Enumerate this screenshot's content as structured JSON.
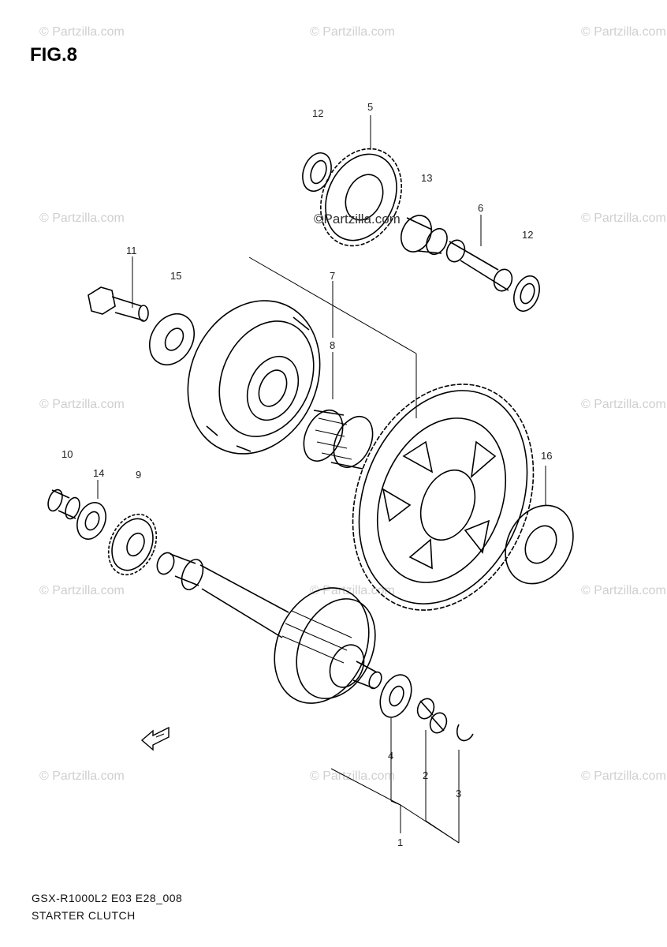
{
  "figure": {
    "title": "FIG.8"
  },
  "watermark": {
    "text": "© Partzilla.com",
    "center_text": "©Partzilla.com"
  },
  "callouts": {
    "c1": "1",
    "c2": "2",
    "c3": "3",
    "c4": "4",
    "c5": "5",
    "c6": "6",
    "c7": "7",
    "c8": "8",
    "c9": "9",
    "c10": "10",
    "c11": "11",
    "c12a": "12",
    "c12b": "12",
    "c13": "13",
    "c14": "14",
    "c15": "15",
    "c16": "16"
  },
  "footer": {
    "model_code": "GSX-R1000L2 E03 E28_008",
    "section_name": "STARTER CLUTCH"
  },
  "direction_icon": "fwd-arrow-icon"
}
